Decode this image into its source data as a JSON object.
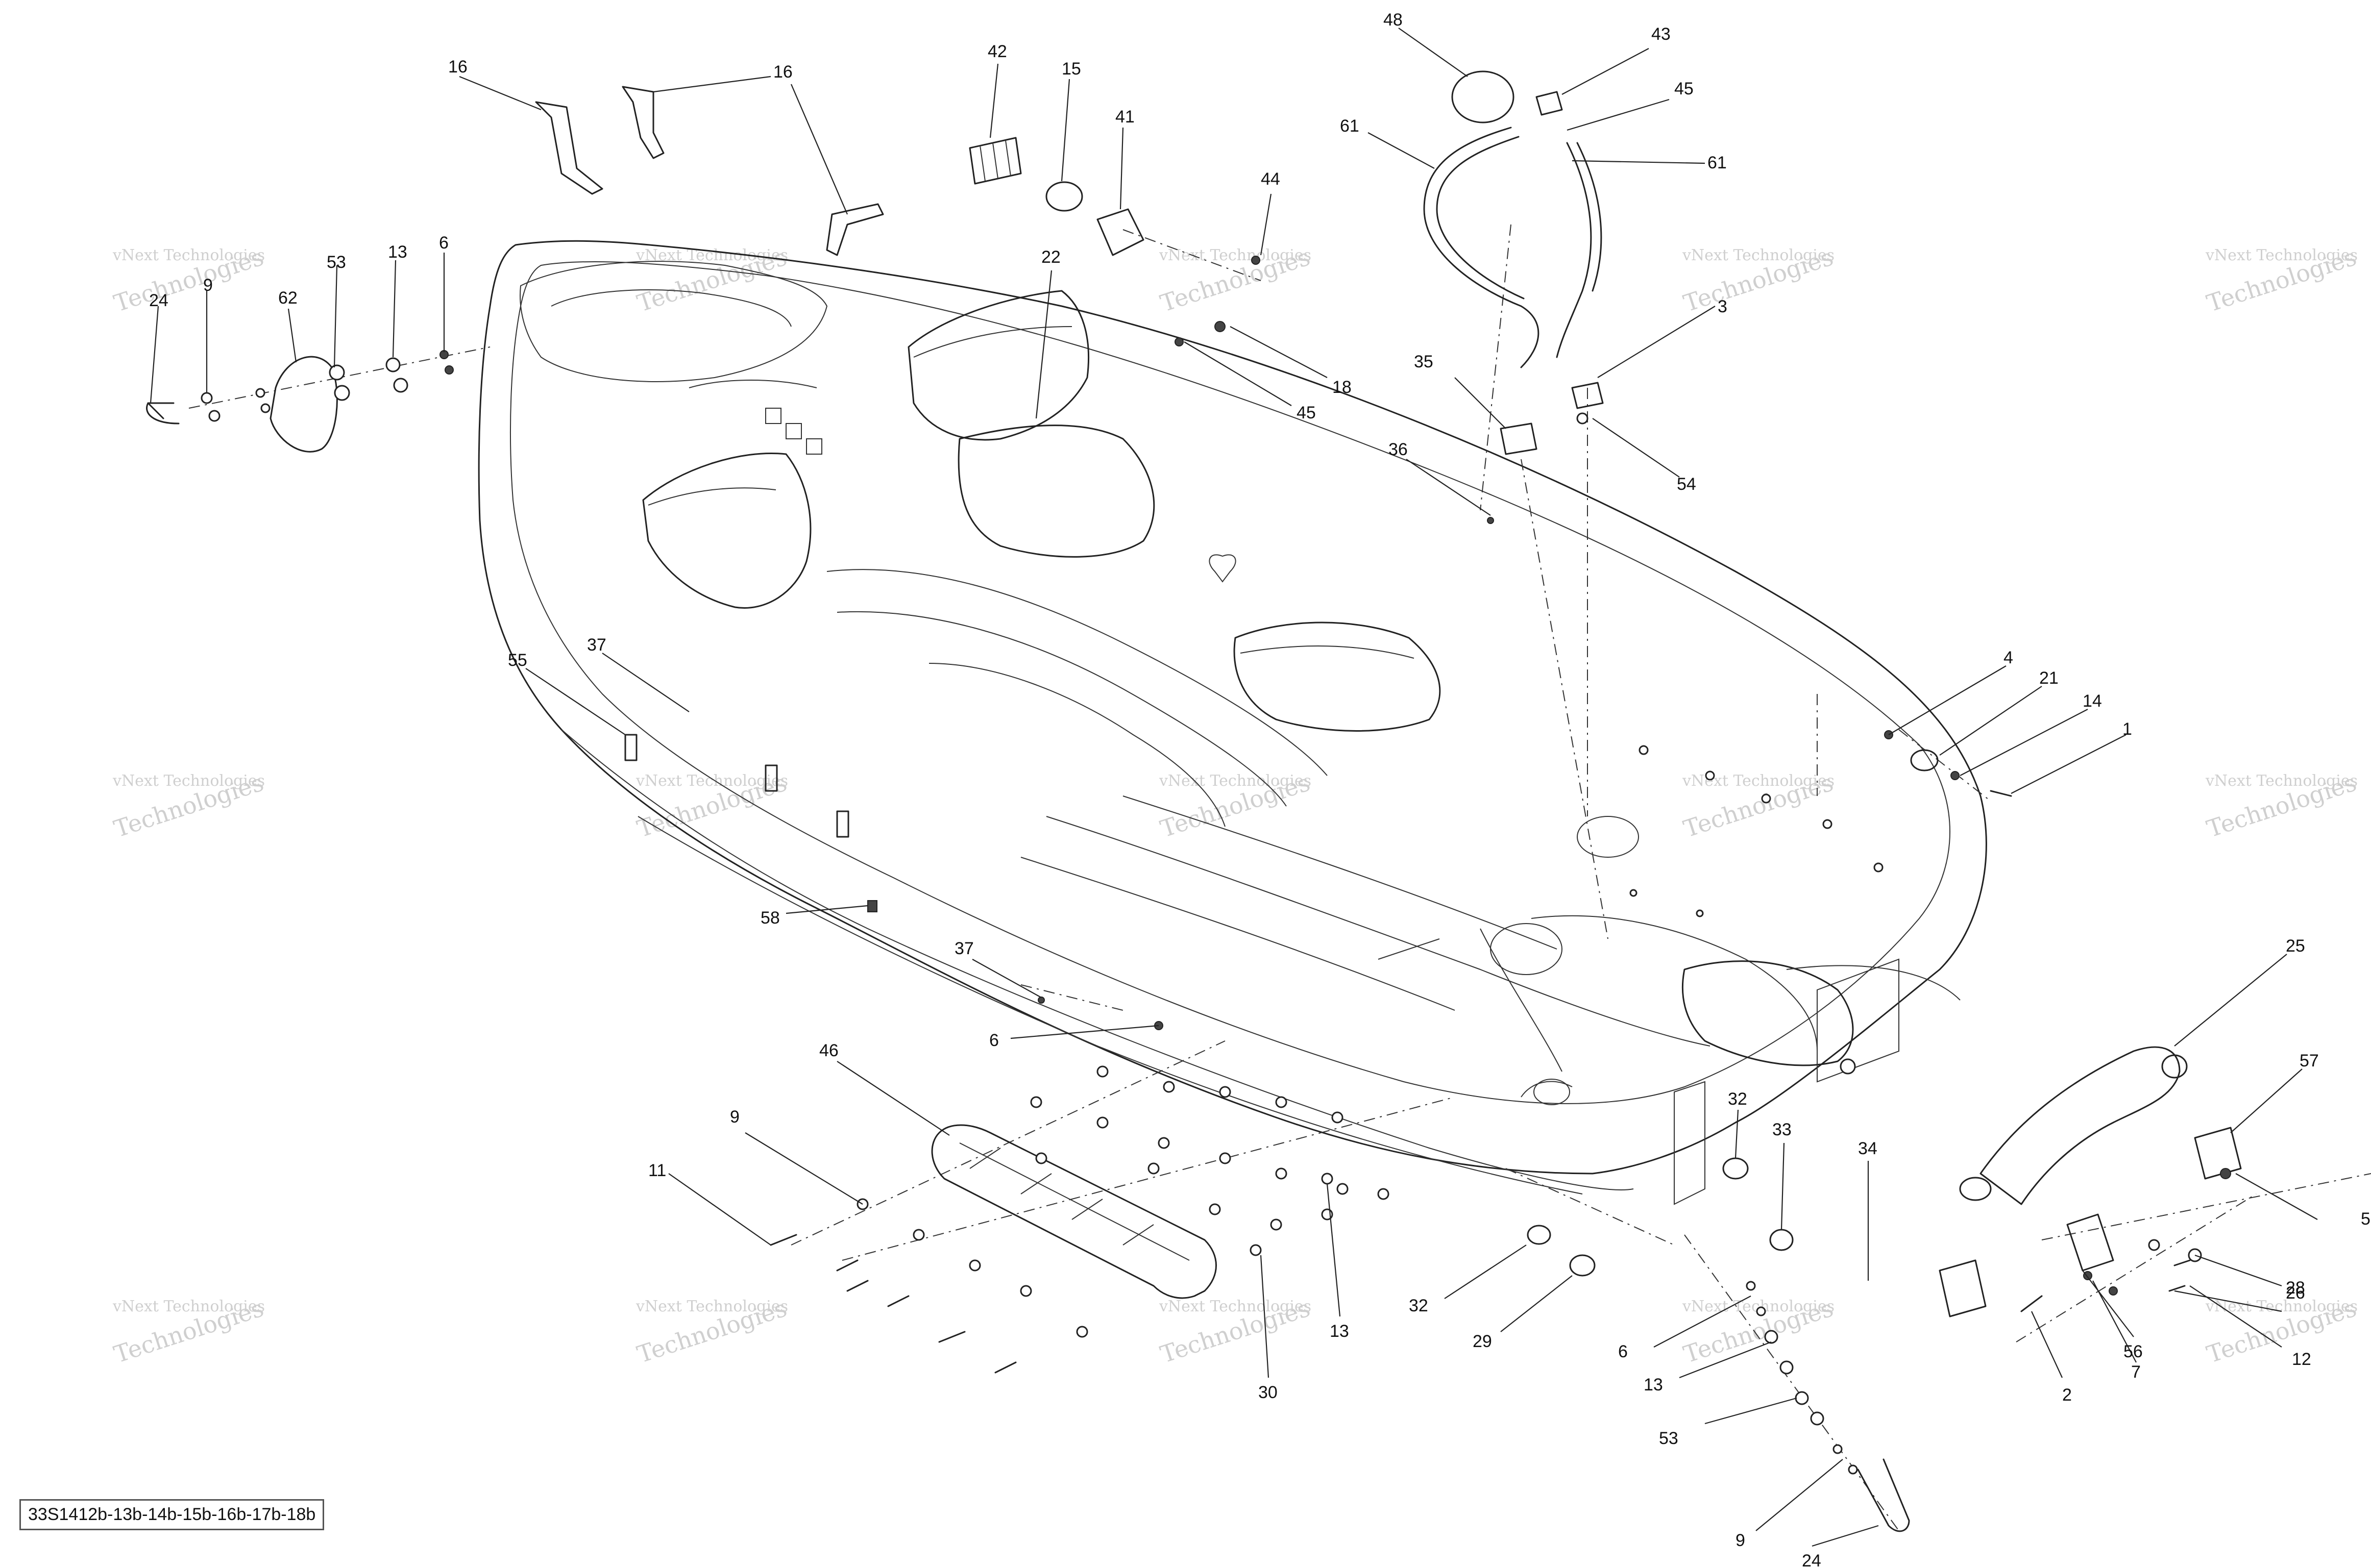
{
  "diagram_code": "33S1412b-13b-14b-15b-16b-17b-18b",
  "watermark": {
    "line1": "vNext Technologies",
    "line2": "Technologies"
  },
  "callouts": [
    {
      "id": "c48a",
      "label": "48"
    },
    {
      "id": "c43",
      "label": "43"
    },
    {
      "id": "c45a",
      "label": "45"
    },
    {
      "id": "c61a",
      "label": "61"
    },
    {
      "id": "c61b",
      "label": "61"
    },
    {
      "id": "c42",
      "label": "42"
    },
    {
      "id": "c15",
      "label": "15"
    },
    {
      "id": "c41",
      "label": "41"
    },
    {
      "id": "c16a",
      "label": "16"
    },
    {
      "id": "c16b",
      "label": "16"
    },
    {
      "id": "c44",
      "label": "44"
    },
    {
      "id": "c22",
      "label": "22"
    },
    {
      "id": "c18",
      "label": "18"
    },
    {
      "id": "c45b",
      "label": "45"
    },
    {
      "id": "c3",
      "label": "3"
    },
    {
      "id": "c35",
      "label": "35"
    },
    {
      "id": "c54",
      "label": "54"
    },
    {
      "id": "c36",
      "label": "36"
    },
    {
      "id": "c6a",
      "label": "6"
    },
    {
      "id": "c13a",
      "label": "13"
    },
    {
      "id": "c53a",
      "label": "53"
    },
    {
      "id": "c62",
      "label": "62"
    },
    {
      "id": "c9a",
      "label": "9"
    },
    {
      "id": "c24a",
      "label": "24"
    },
    {
      "id": "c4",
      "label": "4"
    },
    {
      "id": "c21",
      "label": "21"
    },
    {
      "id": "c14",
      "label": "14"
    },
    {
      "id": "c1",
      "label": "1"
    },
    {
      "id": "c55",
      "label": "55"
    },
    {
      "id": "c37a",
      "label": "37"
    },
    {
      "id": "c58",
      "label": "58"
    },
    {
      "id": "c37b",
      "label": "37"
    },
    {
      "id": "c6b",
      "label": "6"
    },
    {
      "id": "c46",
      "label": "46"
    },
    {
      "id": "c9b",
      "label": "9"
    },
    {
      "id": "c11",
      "label": "11"
    },
    {
      "id": "c30",
      "label": "30"
    },
    {
      "id": "c13b",
      "label": "13"
    },
    {
      "id": "c32a",
      "label": "32"
    },
    {
      "id": "c29",
      "label": "29"
    },
    {
      "id": "c32b",
      "label": "32"
    },
    {
      "id": "c33",
      "label": "33"
    },
    {
      "id": "c34",
      "label": "34"
    },
    {
      "id": "c25",
      "label": "25"
    },
    {
      "id": "c57",
      "label": "57"
    },
    {
      "id": "c5",
      "label": "5"
    },
    {
      "id": "c26",
      "label": "26"
    },
    {
      "id": "c28",
      "label": "28"
    },
    {
      "id": "c12",
      "label": "12"
    },
    {
      "id": "c56",
      "label": "56"
    },
    {
      "id": "c7",
      "label": "7"
    },
    {
      "id": "c2",
      "label": "2"
    },
    {
      "id": "c6c",
      "label": "6"
    },
    {
      "id": "c13c",
      "label": "13"
    },
    {
      "id": "c53b",
      "label": "53"
    },
    {
      "id": "c9c",
      "label": "9"
    },
    {
      "id": "c24b",
      "label": "24"
    }
  ]
}
